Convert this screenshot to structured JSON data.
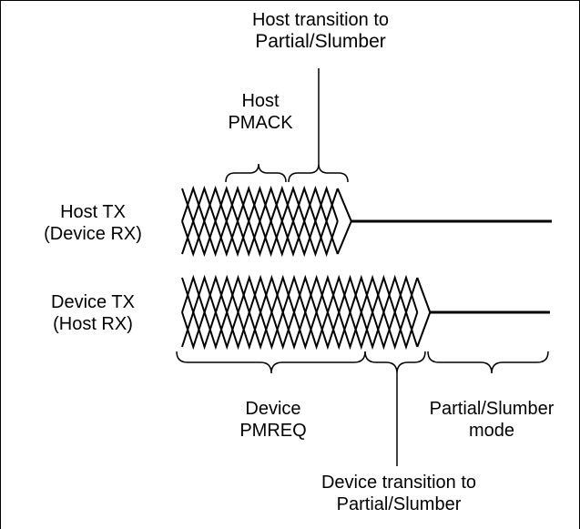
{
  "labels": {
    "host_transition": [
      "Host transition to",
      "Partial/Slumber"
    ],
    "host_pmack": [
      "Host",
      "PMACK"
    ],
    "host_tx": [
      "Host TX",
      "(Device RX)"
    ],
    "device_tx": [
      "Device TX",
      "(Host RX)"
    ],
    "device_pmreq": [
      "Device",
      "PMREQ"
    ],
    "partial_slumber_mode": [
      "Partial/Slumber",
      "mode"
    ],
    "device_transition": [
      "Device transition to",
      "Partial/Slumber"
    ]
  },
  "colors": {
    "line": "#000000",
    "background": "#ffffff"
  }
}
